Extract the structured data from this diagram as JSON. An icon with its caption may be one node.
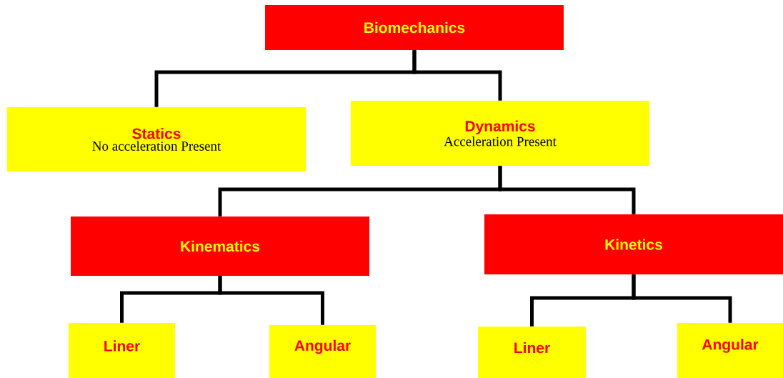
{
  "diagram": {
    "nodes": [
      {
        "text": [
          "Biomechanics"
        ]
      },
      {
        "text": [
          "Statics",
          "No acceleration  Present"
        ]
      },
      {
        "text": [
          "Dynamics",
          "Acceleration  Present"
        ]
      },
      {
        "text": [
          "Kinematics"
        ]
      },
      {
        "text": [
          "Kinetics"
        ]
      },
      {
        "text": [
          "Liner"
        ]
      },
      {
        "text": [
          "Angular"
        ]
      },
      {
        "text": [
          "Liner"
        ]
      },
      {
        "text": [
          "Angular"
        ]
      }
    ],
    "edges": [
      {
        "from": 0,
        "to": 1,
        "arrow": "none"
      },
      {
        "from": 0,
        "to": 2,
        "arrow": "none"
      },
      {
        "from": 2,
        "to": 3,
        "arrow": "none"
      },
      {
        "from": 2,
        "to": 4,
        "arrow": "none"
      },
      {
        "from": 3,
        "to": 5,
        "arrow": "none"
      },
      {
        "from": 3,
        "to": 6,
        "arrow": "none"
      },
      {
        "from": 4,
        "to": 7,
        "arrow": "none"
      },
      {
        "from": 4,
        "to": 8,
        "arrow": "none"
      }
    ]
  }
}
